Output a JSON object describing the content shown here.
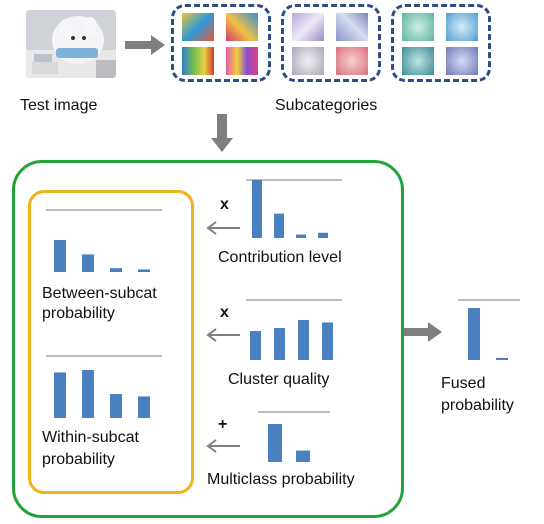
{
  "labels": {
    "test_image": "Test image",
    "subcategories": "Subcategories",
    "contribution_level": "Contribution level",
    "between_line1": "Between-subcat",
    "between_line2": "probability",
    "cluster_quality": "Cluster quality",
    "within_line1": "Within-subcat",
    "within_line2": "probability",
    "multiclass": "Multiclass probability",
    "fused_line1": "Fused",
    "fused_line2": "probability"
  },
  "operators": {
    "contribution": "x",
    "cluster": "x",
    "multiclass": "+"
  },
  "colors": {
    "bar": "#4a7fc0",
    "outer_box": "#22a33a",
    "inner_box": "#f2b21c",
    "dashed_group": "#2f4d80",
    "arrow": "#7f7f7f"
  },
  "chart_data": [
    {
      "type": "bar",
      "id": "contribution-level",
      "values": [
        1.0,
        0.42,
        0.06,
        0.09
      ]
    },
    {
      "type": "bar",
      "id": "between-subcat-probability",
      "values": [
        1.0,
        0.55,
        0.12,
        0.08
      ]
    },
    {
      "type": "bar",
      "id": "cluster-quality",
      "values": [
        0.58,
        0.64,
        0.8,
        0.75
      ]
    },
    {
      "type": "bar",
      "id": "within-subcat-probability",
      "values": [
        0.95,
        1.0,
        0.5,
        0.45
      ]
    },
    {
      "type": "bar",
      "id": "multiclass-probability",
      "values": [
        1.0,
        0.3
      ]
    },
    {
      "type": "bar",
      "id": "fused-probability",
      "values": [
        1.0,
        0.04
      ]
    }
  ]
}
